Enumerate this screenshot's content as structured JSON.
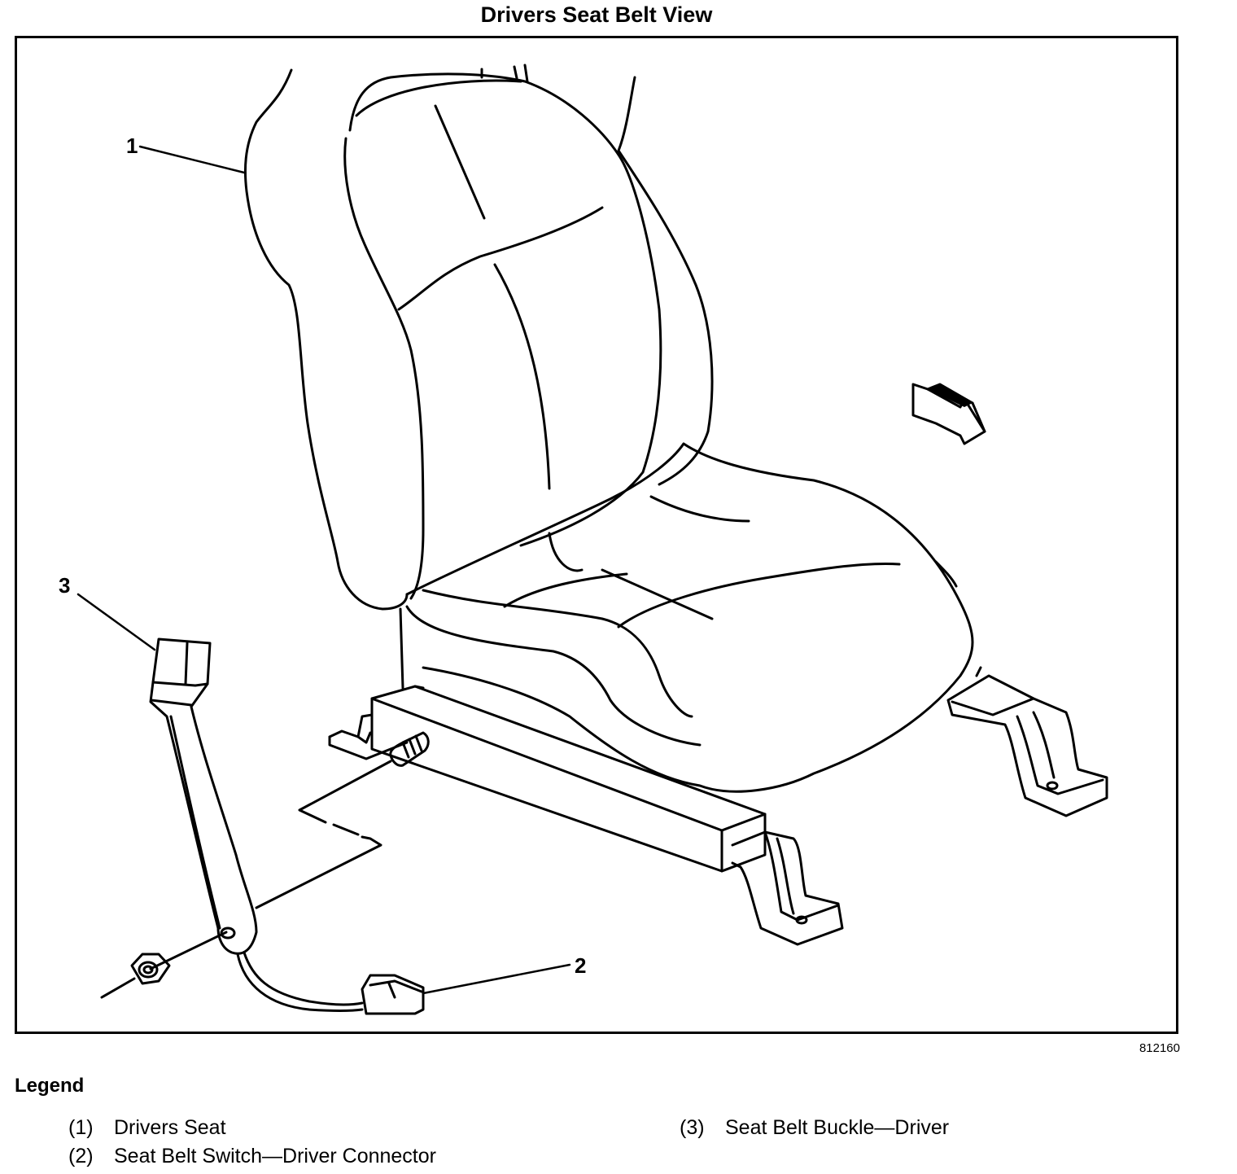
{
  "title": "Drivers Seat Belt View",
  "figure_id": "812160",
  "callouts": {
    "c1": "1",
    "c2": "2",
    "c3": "3"
  },
  "legend": {
    "heading": "Legend",
    "items": [
      {
        "num": "(1)",
        "label": "Drivers Seat"
      },
      {
        "num": "(2)",
        "label": "Seat Belt Switch—Driver Connector"
      },
      {
        "num": "(3)",
        "label": "Seat Belt Buckle—Driver"
      }
    ]
  }
}
